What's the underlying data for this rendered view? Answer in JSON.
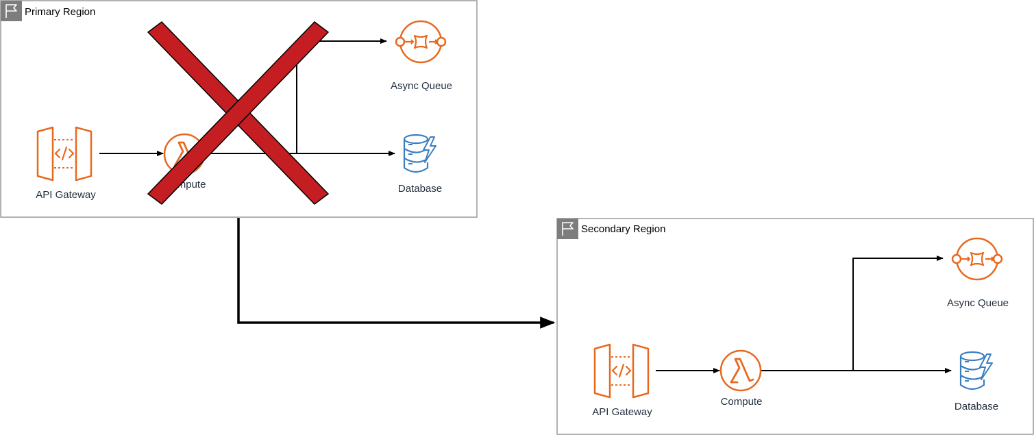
{
  "regions": [
    {
      "label": "Primary Region",
      "failed": true
    },
    {
      "label": "Secondary Region",
      "failed": false
    }
  ],
  "primary": {
    "api_gateway": "API Gateway",
    "compute": "Compute",
    "queue": "Async Queue",
    "database": "Database"
  },
  "secondary": {
    "api_gateway": "API Gateway",
    "compute": "Compute",
    "queue": "Async Queue",
    "database": "Database"
  },
  "colors": {
    "region_border": "#999999",
    "region_flag_bg": "#7d7d7d",
    "aws_orange": "#e7691e",
    "aws_blue": "#3b7ec0",
    "failure_x": "#c41e22",
    "arrow": "#000000"
  },
  "icons": {
    "api_gateway": "api-gateway-icon",
    "compute": "lambda-icon",
    "queue": "sqs-queue-icon",
    "database": "dynamodb-icon",
    "region": "flag-icon",
    "failure": "failure-x-icon"
  }
}
